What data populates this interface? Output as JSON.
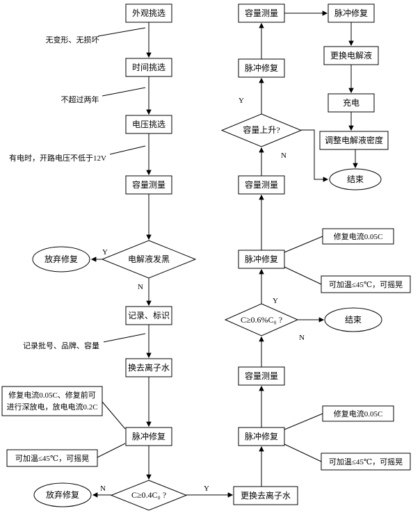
{
  "branch": {
    "yes": "Y",
    "no": "N"
  },
  "process": {
    "appearance_pick": "外观挑选",
    "time_pick": "时间挑选",
    "voltage_pick": "电压挑选",
    "capacity_measure": "容量测量",
    "record_mark": "记录、标识",
    "change_deionized_water": "换去离子水",
    "pulse_repair": "脉冲修复",
    "replace_deionized_water": "更换去离子水",
    "replace_electrolyte": "更换电解液",
    "charge": "充电",
    "adjust_electrolyte_density": "调整电解液密度"
  },
  "decisions": {
    "electrolyte_blackened": "电解液发黑",
    "capacity_ge_04": "C≥0.4C₀ ?",
    "capacity_ge_06": "C≥0.6%C₀ ?",
    "capacity_rising": "容量上升?"
  },
  "terminals": {
    "abandon_repair": "放弃修复",
    "end": "结束"
  },
  "notes": {
    "no_deformation": "无变形、无损坏",
    "not_over_two_years": "不超过两年",
    "open_circuit_voltage": "有电时，开路电压不低于12V",
    "record_details": "记录批号、品牌、容量",
    "deep_discharge": [
      "修复电流0.05C、修复前可",
      "进行深放电，放电电流0.2C"
    ],
    "repair_current": "修复电流0.05C",
    "heat_shake": "可加温≤45℃，可摇晃"
  },
  "colors": {
    "line": "#000000",
    "text": "#000000",
    "shape_fill": "#ffffff",
    "background": "#ffffff"
  }
}
